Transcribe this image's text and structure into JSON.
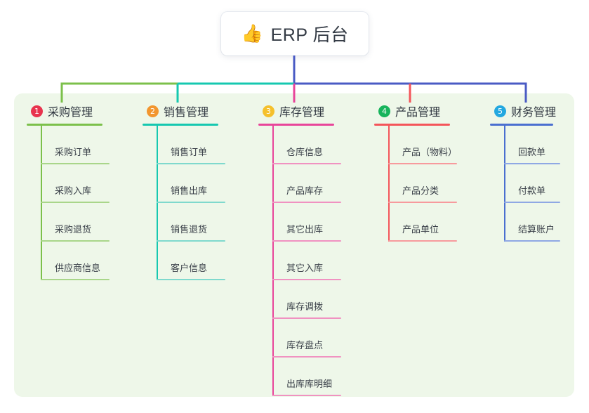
{
  "root": {
    "emoji": "👍",
    "emoji_name": "thumbs-up-icon",
    "title": "ERP 后台"
  },
  "theme": {
    "page_bg": "#ffffff",
    "panel_bg": "#eef7e9",
    "card_bg": "#ffffff",
    "root_line": "#4a5bc4",
    "text": "#3a4049"
  },
  "columns": [
    {
      "number": "1",
      "title": "采购管理",
      "badge_color": "#e8344e",
      "line_color": "#7cc04b",
      "rule_color": "#a9d68a",
      "connector_color": "#7cc04b",
      "items": [
        "采购订单",
        "采购入库",
        "采购退货",
        "供应商信息"
      ]
    },
    {
      "number": "2",
      "title": "销售管理",
      "badge_color": "#f2962f",
      "line_color": "#16c8b0",
      "rule_color": "#7fd9cd",
      "connector_color": "#16c8b0",
      "items": [
        "销售订单",
        "销售出库",
        "销售退货",
        "客户信息"
      ]
    },
    {
      "number": "3",
      "title": "库存管理",
      "badge_color": "#f5c02c",
      "line_color": "#e8459a",
      "rule_color": "#f092c1",
      "connector_color": "#e8459a",
      "items": [
        "仓库信息",
        "产品库存",
        "其它出库",
        "其它入库",
        "库存调拨",
        "库存盘点",
        "出库库明细"
      ]
    },
    {
      "number": "4",
      "title": "产品管理",
      "badge_color": "#17b45c",
      "line_color": "#f4555a",
      "rule_color": "#f79a9d",
      "connector_color": "#f4555a",
      "items": [
        "产品（物料）",
        "产品分类",
        "产品单位"
      ]
    },
    {
      "number": "5",
      "title": "财务管理",
      "badge_color": "#23a8e0",
      "line_color": "#4a6fd0",
      "rule_color": "#8fa8e4",
      "connector_color": "#4a6fd0",
      "items": [
        "回款单",
        "付款单",
        "结算账户"
      ]
    }
  ]
}
